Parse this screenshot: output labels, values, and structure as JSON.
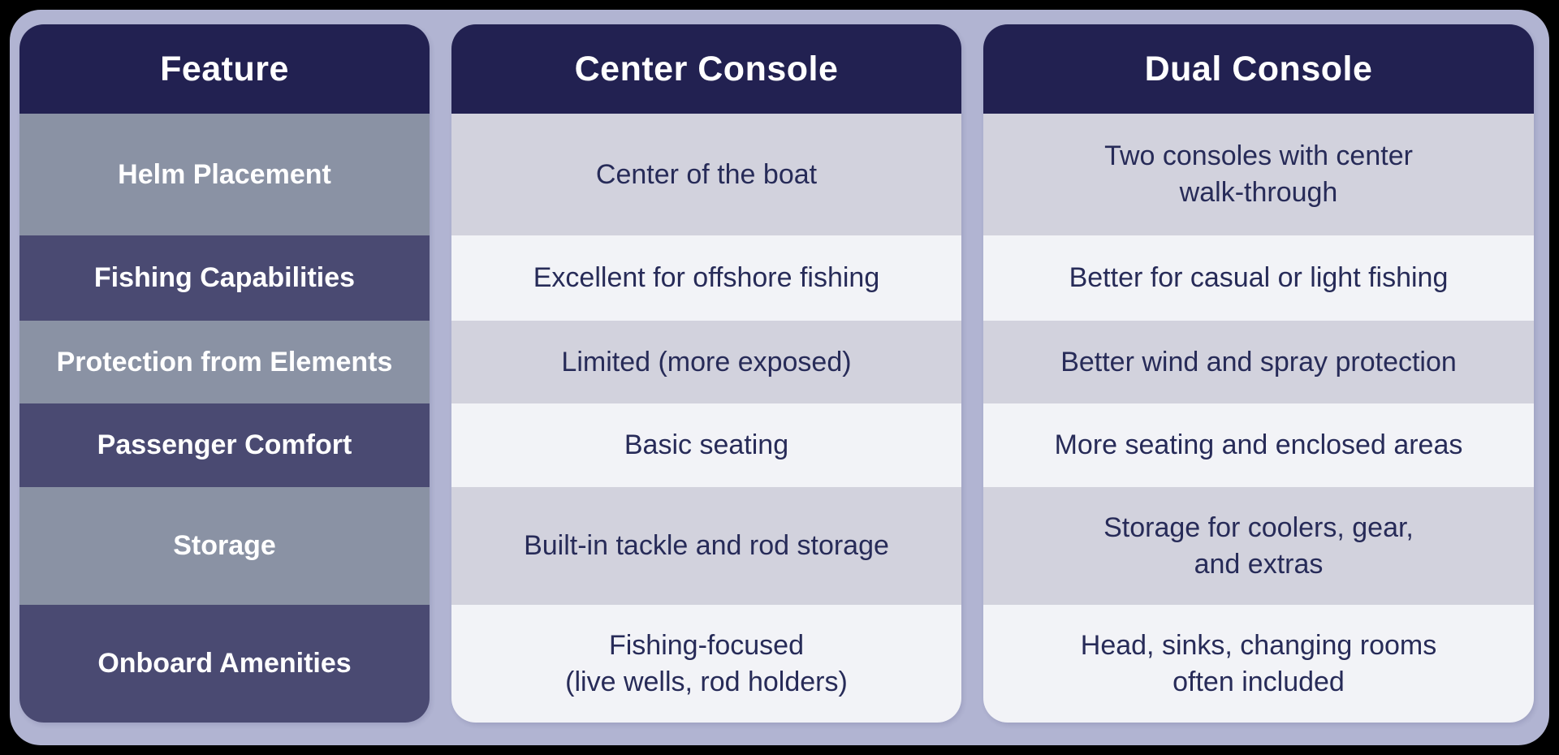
{
  "colors": {
    "outer_border": "#000000",
    "panel_background": "#b1b4d2",
    "header_background": "#222151",
    "feature_row_odd": "#8a92a4",
    "feature_row_even": "#4a4a72",
    "data_row_odd": "#d2d2dd",
    "data_row_even": "#f2f3f7",
    "header_text": "#ffffff",
    "feature_text": "#ffffff",
    "data_text": "#272b58"
  },
  "chart_data": {
    "type": "table",
    "columns": [
      "Feature",
      "Center Console",
      "Dual Console"
    ],
    "rows": [
      [
        "Helm Placement",
        "Center of the boat",
        "Two consoles with center\nwalk-through"
      ],
      [
        "Fishing Capabilities",
        "Excellent for offshore fishing",
        "Better for casual or light fishing"
      ],
      [
        "Protection from Elements",
        "Limited (more exposed)",
        "Better wind and spray protection"
      ],
      [
        "Passenger Comfort",
        "Basic seating",
        "More seating and enclosed areas"
      ],
      [
        "Storage",
        "Built-in tackle and rod storage",
        "Storage for coolers, gear,\nand extras"
      ],
      [
        "Onboard Amenities",
        "Fishing-focused\n(live wells, rod holders)",
        "Head, sinks, changing rooms\noften included"
      ]
    ]
  }
}
